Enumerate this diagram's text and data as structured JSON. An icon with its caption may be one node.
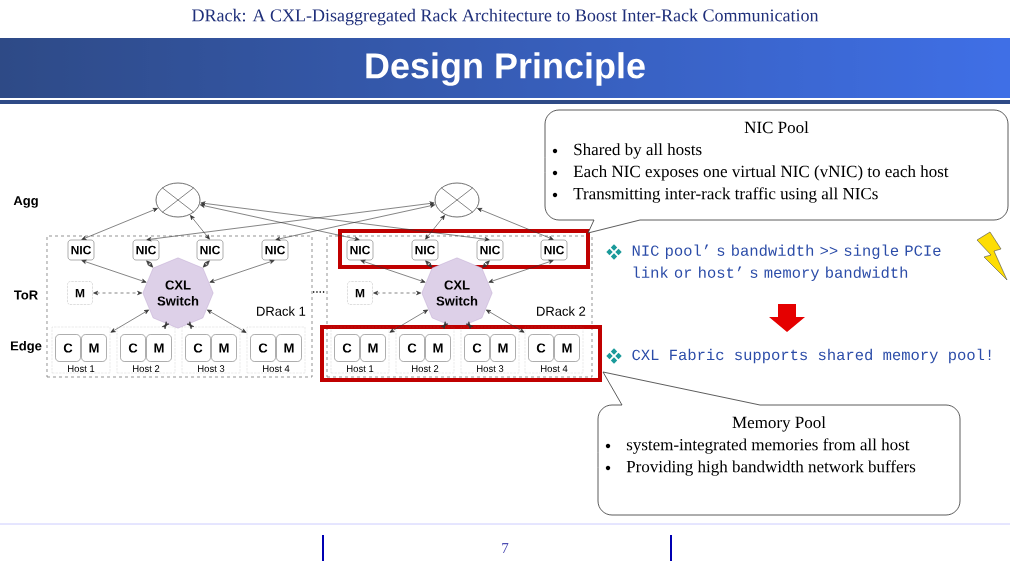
{
  "diagram": {
    "title": "Design Principle",
    "nodes": [
      {
        "text": [],
        "shape": "circle"
      },
      {
        "text": [],
        "shape": "circle"
      },
      {
        "text": [
          "DRack 1"
        ]
      },
      {
        "text": [
          "NIC"
        ],
        "in": 2
      },
      {
        "text": [
          "NIC"
        ],
        "in": 2
      },
      {
        "text": [
          "NIC"
        ],
        "in": 2
      },
      {
        "text": [
          "NIC"
        ],
        "in": 2
      },
      {
        "text": [
          "M"
        ],
        "in": 2
      },
      {
        "text": [
          "CXL Switch"
        ],
        "in": 2
      },
      {
        "text": [
          "Host 1"
        ],
        "in": 2
      },
      {
        "text": [
          "C"
        ],
        "in": 9
      },
      {
        "text": [
          "M"
        ],
        "in": 9
      },
      {
        "text": [
          "Host 2"
        ],
        "in": 2
      },
      {
        "text": [
          "C"
        ],
        "in": 12
      },
      {
        "text": [
          "M"
        ],
        "in": 12
      },
      {
        "text": [
          "Host 3"
        ],
        "in": 2
      },
      {
        "text": [
          "C"
        ],
        "in": 15
      },
      {
        "text": [
          "M"
        ],
        "in": 15
      },
      {
        "text": [
          "Host 4"
        ],
        "in": 2
      },
      {
        "text": [
          "C"
        ],
        "in": 18
      },
      {
        "text": [
          "M"
        ],
        "in": 18
      },
      {
        "text": [
          "DRack 2"
        ]
      },
      {
        "text": [],
        "shape": "box"
      },
      {
        "text": [
          "NIC"
        ],
        "in": 22
      },
      {
        "text": [
          "NIC"
        ],
        "in": 22
      },
      {
        "text": [
          "NIC"
        ],
        "in": 22
      },
      {
        "text": [
          "NIC"
        ],
        "in": 22
      },
      {
        "text": [
          "M"
        ],
        "in": 21
      },
      {
        "text": [
          "CXL Switch"
        ],
        "in": 21
      },
      {
        "text": [],
        "shape": "box"
      },
      {
        "text": [
          "Host 1"
        ],
        "in": 29
      },
      {
        "text": [
          "C"
        ],
        "in": 30
      },
      {
        "text": [
          "M"
        ],
        "in": 30
      },
      {
        "text": [
          "Host 2"
        ],
        "in": 29
      },
      {
        "text": [
          "C"
        ],
        "in": 33
      },
      {
        "text": [
          "M"
        ],
        "in": 33
      },
      {
        "text": [
          "Host 3"
        ],
        "in": 29
      },
      {
        "text": [
          "C"
        ],
        "in": 36
      },
      {
        "text": [
          "M"
        ],
        "in": 36
      },
      {
        "text": [
          "Host 4"
        ],
        "in": 29
      },
      {
        "text": [
          "C"
        ],
        "in": 39
      },
      {
        "text": [
          "M"
        ],
        "in": 39
      },
      {
        "text": [
          "NIC Pool",
          "Shared by all hosts",
          "Each NIC exposes one virtual NIC (vNIC) to each host",
          "Transmitting inter-rack traffic using all NICs"
        ]
      },
      {
        "text": [
          "Memory Pool",
          "system-integrated memories from all host",
          "Providing high bandwidth network buffers"
        ]
      }
    ],
    "edges": [
      {
        "from": 3,
        "to": 0,
        "arrow": "both"
      },
      {
        "from": 5,
        "to": 0,
        "arrow": "both"
      },
      {
        "from": 23,
        "to": 0,
        "arrow": "both"
      },
      {
        "from": 25,
        "to": 0,
        "arrow": "both"
      },
      {
        "from": 4,
        "to": 1,
        "arrow": "both"
      },
      {
        "from": 6,
        "to": 1,
        "arrow": "both"
      },
      {
        "from": 24,
        "to": 1,
        "arrow": "both"
      },
      {
        "from": 26,
        "to": 1,
        "arrow": "both"
      },
      {
        "from": 3,
        "to": 8,
        "arrow": "both"
      },
      {
        "from": 4,
        "to": 8,
        "arrow": "both"
      },
      {
        "from": 5,
        "to": 8,
        "arrow": "both"
      },
      {
        "from": 6,
        "to": 8,
        "arrow": "both"
      },
      {
        "from": 7,
        "to": 8,
        "arrow": "both",
        "style": "dashed"
      },
      {
        "from": 8,
        "to": 9,
        "arrow": "both"
      },
      {
        "from": 8,
        "to": 12,
        "arrow": "both"
      },
      {
        "from": 8,
        "to": 15,
        "arrow": "both"
      },
      {
        "from": 8,
        "to": 18,
        "arrow": "both"
      },
      {
        "from": 23,
        "to": 28,
        "arrow": "both"
      },
      {
        "from": 24,
        "to": 28,
        "arrow": "both"
      },
      {
        "from": 25,
        "to": 28,
        "arrow": "both"
      },
      {
        "from": 26,
        "to": 28,
        "arrow": "both"
      },
      {
        "from": 27,
        "to": 28,
        "arrow": "both",
        "style": "dashed"
      },
      {
        "from": 28,
        "to": 30,
        "arrow": "both"
      },
      {
        "from": 28,
        "to": 33,
        "arrow": "both"
      },
      {
        "from": 28,
        "to": 36,
        "arrow": "both"
      },
      {
        "from": 28,
        "to": 39,
        "arrow": "both"
      }
    ],
    "labels": [
      "DRack: A CXL-Disaggregated Rack Architecture to Boost Inter-Rack Communication",
      "Agg",
      "ToR",
      "Edge",
      "NIC pool’ s bandwidth >> single PCIe link or host’ s memory bandwidth",
      "CXL Fabric supports shared memory pool!",
      "7"
    ]
  }
}
